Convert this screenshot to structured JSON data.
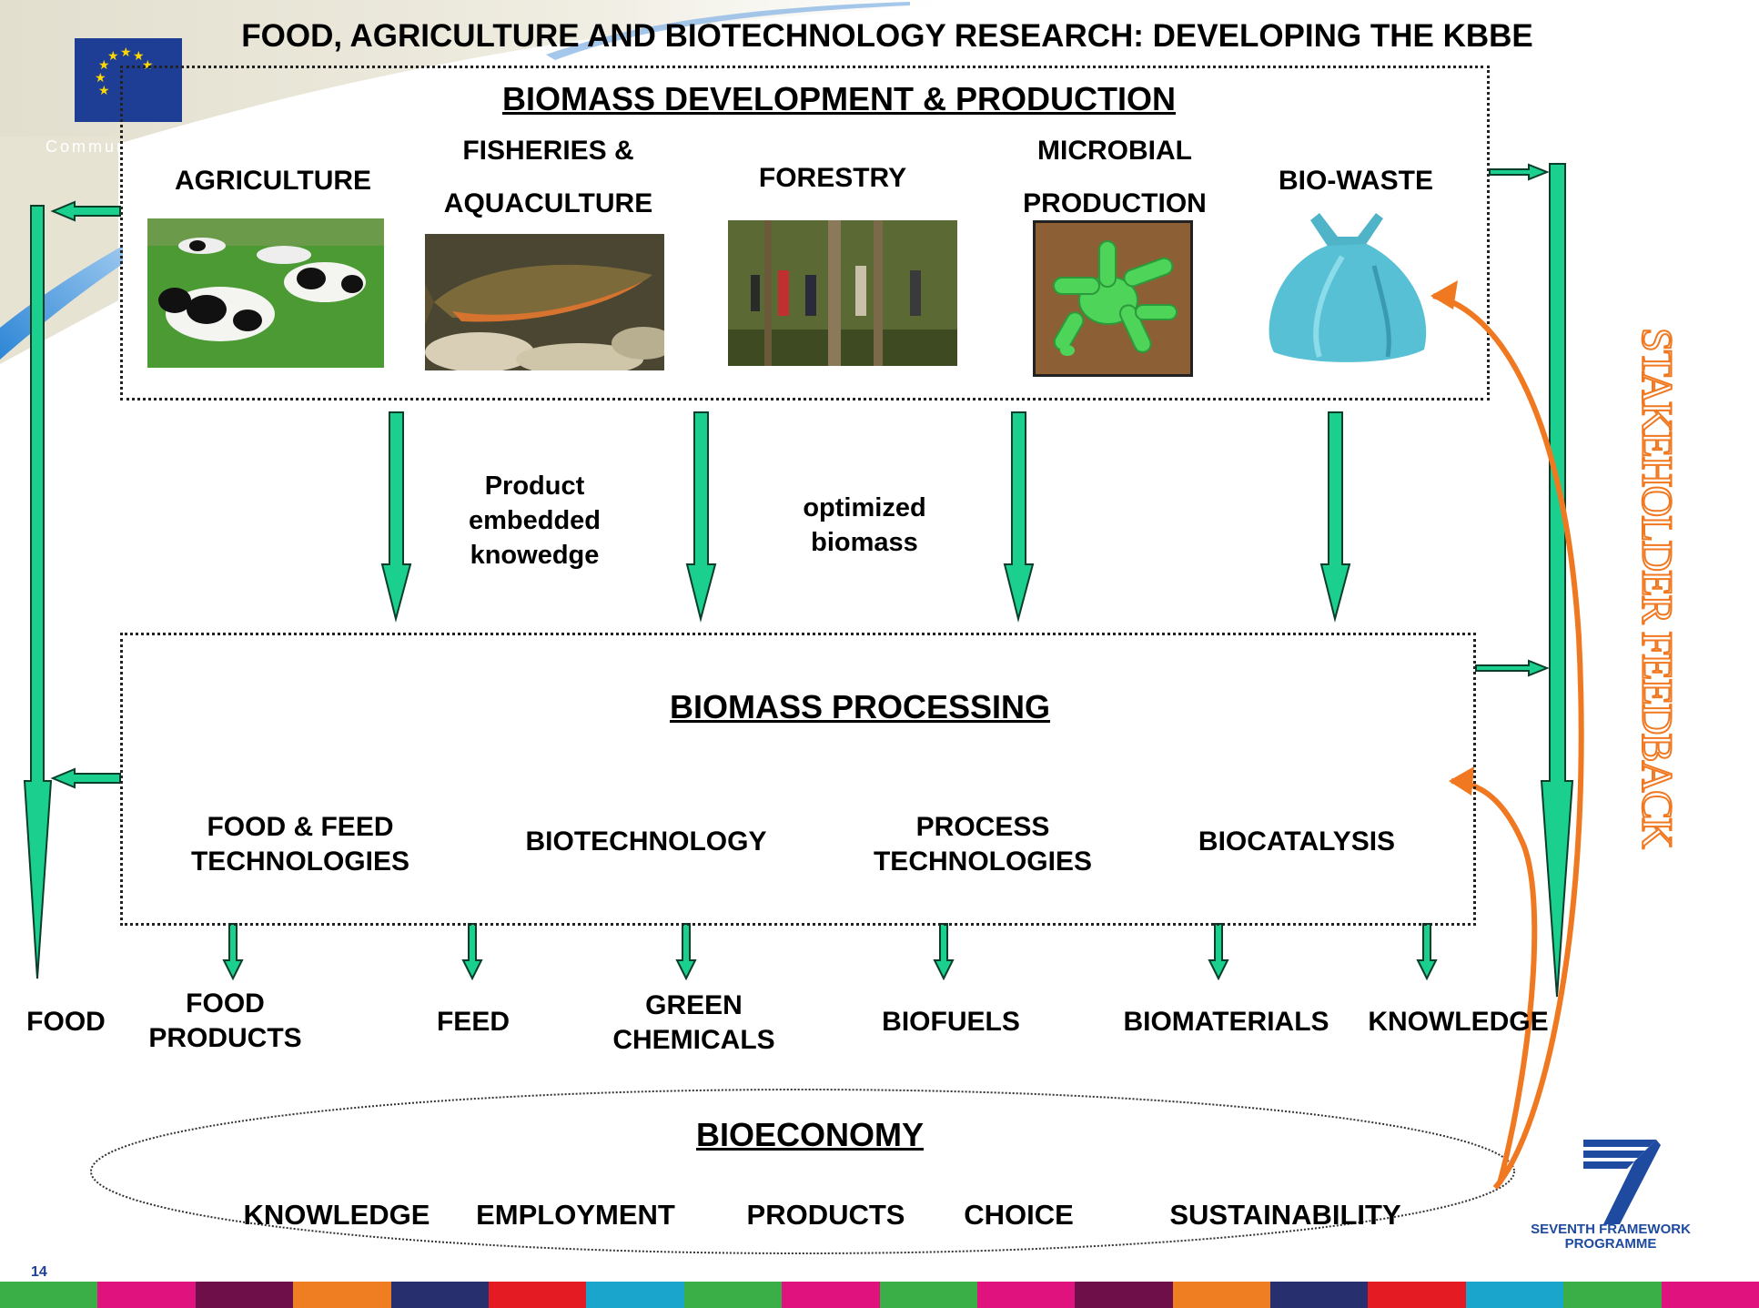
{
  "header": {
    "title": "FOOD, AGRICULTURE AND BIOTECHNOLOGY RESEARCH: DEVELOPING THE KBBE",
    "community_text": "Commun"
  },
  "biomass_development": {
    "heading": "BIOMASS DEVELOPMENT & PRODUCTION",
    "sectors": [
      {
        "line1": "AGRICULTURE",
        "line2": ""
      },
      {
        "line1": "FISHERIES &",
        "line2": "AQUACULTURE"
      },
      {
        "line1": "FORESTRY",
        "line2": ""
      },
      {
        "line1": "MICROBIAL",
        "line2": "PRODUCTION"
      },
      {
        "line1": "BIO-WASTE",
        "line2": ""
      }
    ]
  },
  "flow_labels": {
    "left": [
      "Product",
      "embedded",
      "knowedge"
    ],
    "right": [
      "optimized",
      "biomass"
    ]
  },
  "biomass_processing": {
    "heading": "BIOMASS PROCESSING",
    "technologies": [
      {
        "line1": "FOOD &  FEED",
        "line2": "TECHNOLOGIES"
      },
      {
        "line1": "BIOTECHNOLOGY",
        "line2": ""
      },
      {
        "line1": "PROCESS",
        "line2": "TECHNOLOGIES"
      },
      {
        "line1": "BIOCATALYSIS",
        "line2": ""
      }
    ]
  },
  "outputs": [
    {
      "line1": "FOOD",
      "line2": ""
    },
    {
      "line1": "FOOD",
      "line2": "PRODUCTS"
    },
    {
      "line1": "FEED",
      "line2": ""
    },
    {
      "line1": "GREEN",
      "line2": "CHEMICALS"
    },
    {
      "line1": "BIOFUELS",
      "line2": ""
    },
    {
      "line1": "BIOMATERIALS",
      "line2": ""
    },
    {
      "line1": "KNOWLEDGE",
      "line2": ""
    }
  ],
  "bioeconomy": {
    "heading": "BIOECONOMY",
    "items": [
      "KNOWLEDGE",
      "EMPLOYMENT",
      "PRODUCTS",
      "CHOICE",
      "SUSTAINABILITY"
    ]
  },
  "side_label": "STAKEHOLDER FEEDBACK",
  "footer": {
    "page_number": "14",
    "fp7_line1": "SEVENTH FRAMEWORK",
    "fp7_line2": "PROGRAMME"
  },
  "colors": {
    "arrow_fill": "#1bd08f",
    "arrow_stroke": "#0a3d2a",
    "feedback": "#f07820",
    "eu_blue": "#1e3e96",
    "fp7_blue": "#1e4aa0",
    "footer_bar": [
      "#3aae47",
      "#e0127d",
      "#6e0f49",
      "#ef7d22",
      "#272f6f",
      "#e51b24",
      "#1aa6cc",
      "#3aae47",
      "#e0127d",
      "#3aae47",
      "#e0127d",
      "#6e0f49",
      "#ef7d22",
      "#272f6f",
      "#e51b24",
      "#1aa6cc",
      "#3aae47",
      "#e0127d"
    ]
  }
}
